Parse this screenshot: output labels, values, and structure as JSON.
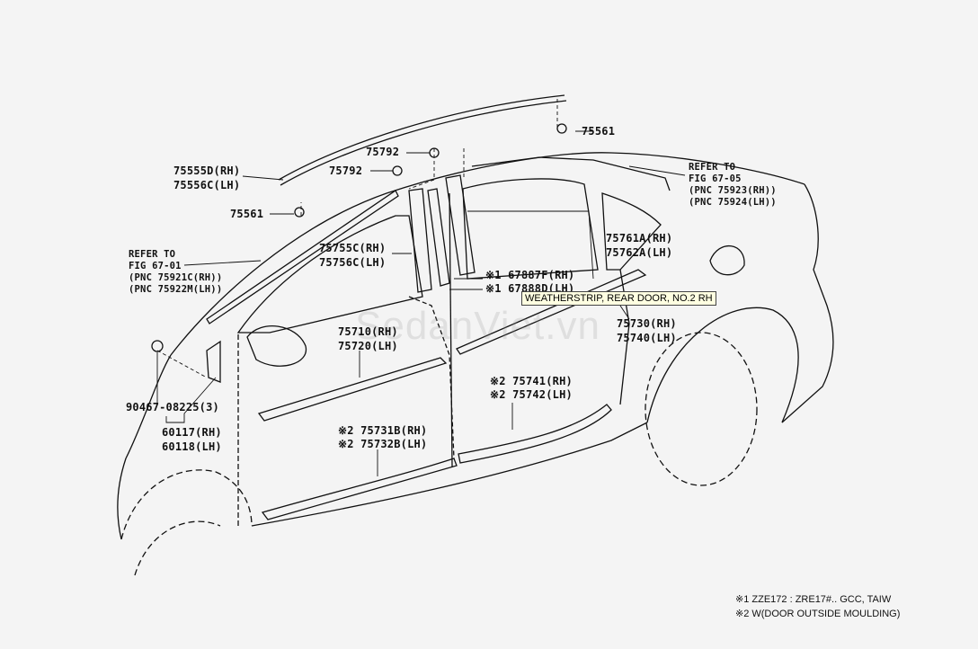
{
  "labels": {
    "p75555d": "75555D(RH)",
    "p75556c": "75556C(LH)",
    "p75561a": "75561",
    "p75561b": "75561",
    "p75792a": "75792",
    "p75792b": "75792",
    "refer1_l1": "REFER TO",
    "refer1_l2": "FIG 67-01",
    "refer1_l3": "(PNC 75921C(RH))",
    "refer1_l4": "(PNC 75922M(LH))",
    "refer2_l1": "REFER TO",
    "refer2_l2": "FIG 67-05",
    "refer2_l3": "(PNC 75923(RH))",
    "refer2_l4": "(PNC 75924(LH))",
    "p75755c": "75755C(RH)",
    "p75756c": "75756C(LH)",
    "p75761a": "75761A(RH)",
    "p75762a": "75762A(LH)",
    "p67887f": "※1 67887F(RH)",
    "p67888d": "※1 67888D(LH)",
    "p75710": "75710(RH)",
    "p75720": "75720(LH)",
    "p75730": "75730(RH)",
    "p75740": "75740(LH)",
    "p90467": "90467-08225(3)",
    "p60117": "60117(RH)",
    "p60118": "60118(LH)",
    "p75741": "※2 75741(RH)",
    "p75742": "※2 75742(LH)",
    "p75731b": "※2 75731B(RH)",
    "p75732b": "※2 75732B(LH)"
  },
  "tooltip": "WEATHERSTRIP, REAR DOOR, NO.2 RH",
  "watermark": "SedanViet.vn",
  "footnotes": {
    "note1": "※1 ZZE172 : ZRE17#.. GCC, TAIW",
    "note2": "※2 W(DOOR OUTSIDE MOULDING)"
  }
}
